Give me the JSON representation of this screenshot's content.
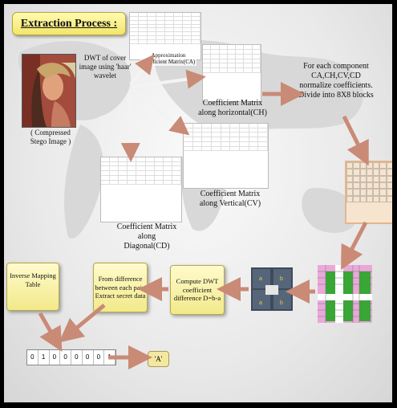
{
  "title": "Extraction Process :",
  "cover_caption": "( Compressed Stego Image )",
  "dwt_caption": "DWT of cover image using 'haar' wavelet",
  "approx_label": "Approximation Coefficient Matrix(CA)",
  "horizontal_label": "Coefficient Matrix along horizontal(CH)",
  "vertical_label": "Coefficient Matrix along Vertical(CV)",
  "diagonal_label": "Coefficient Matrix along Diagonal(CD)",
  "normalize_text": "For each component CA,CH,CV,CD normalize coefficients. Divide into 8X8 blocks",
  "compute_box": "Compute DWT coefficient difference D=b-a",
  "extract_box": "From difference between each pair, Extract secret data",
  "inverse_box": "Inverse Mapping Table",
  "bits": [
    "0",
    "1",
    "0",
    "0",
    "0",
    "0",
    "0",
    "1"
  ],
  "result": "'A'",
  "colors": {
    "arrow": "#c98a76",
    "box_yellow": "#f7ef9e",
    "grid_green": "#35a832",
    "grid_pink": "#e7a8d9"
  },
  "icons": [
    "lena-image",
    "dwt-matrix",
    "block-grid",
    "arrow"
  ]
}
